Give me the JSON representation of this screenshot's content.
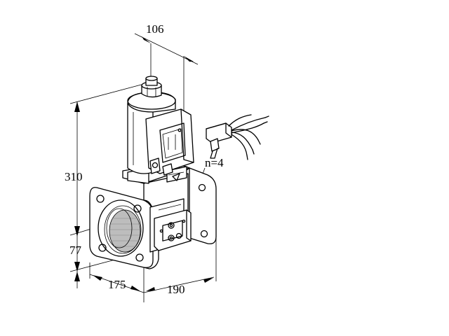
{
  "drawing": {
    "dimensions": {
      "top_width": "106",
      "total_height": "310",
      "base_height": "77",
      "flange_depth": "175",
      "flange_length": "190"
    },
    "bolt_holes": "n=4"
  },
  "colors": {
    "line": "#000000",
    "background": "#ffffff",
    "strainer": "#bdbdbd"
  }
}
